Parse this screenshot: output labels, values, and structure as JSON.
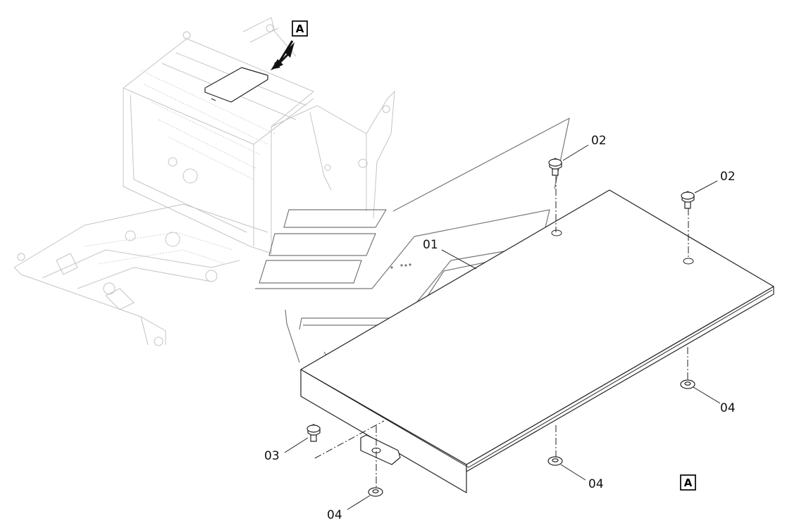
{
  "view_marker": "A",
  "parts": [
    {
      "callout": "01",
      "name": "cover plate"
    },
    {
      "callout": "02",
      "name": "screw (upper)"
    },
    {
      "callout": "02",
      "name": "screw (right)"
    },
    {
      "callout": "03",
      "name": "screw (lower left)"
    },
    {
      "callout": "04",
      "name": "washer (right)"
    },
    {
      "callout": "04",
      "name": "washer (front)"
    },
    {
      "callout": "04",
      "name": "washer (lower left)"
    }
  ],
  "colors": {
    "line": "#222222",
    "ghost": "#c4c4c4",
    "decal": "#777777",
    "background": "#ffffff"
  }
}
